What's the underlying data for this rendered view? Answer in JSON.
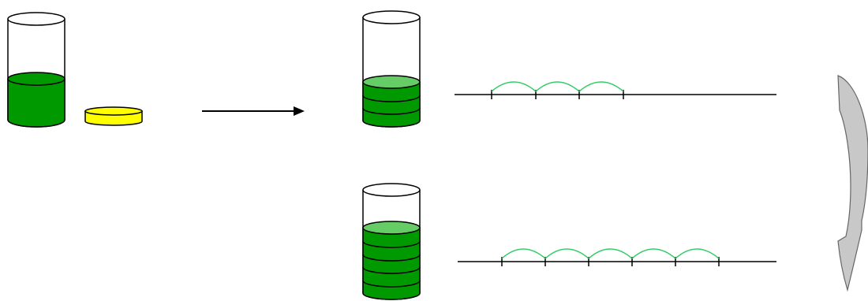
{
  "colors": {
    "liquid": "#009900",
    "liquid_top": "#66cc66",
    "measure": "#ffff00",
    "arc": "#33cc66",
    "outline": "#000000",
    "arrow_fill": "#c8c8c8",
    "arrow_outline": "#666666"
  },
  "icons": {
    "beaker": "cylinder-beaker-icon",
    "unit": "yellow-disc-unit-icon",
    "arrow": "right-arrow-icon",
    "curved_arrow": "curved-down-arrow-icon"
  },
  "stages": [
    {
      "name": "initial",
      "liquid_layers": 1,
      "has_unit": true
    },
    {
      "name": "three-units",
      "liquid_layers": 3,
      "arcs": 3
    },
    {
      "name": "five-units",
      "liquid_layers": 5,
      "arcs": 5
    }
  ]
}
